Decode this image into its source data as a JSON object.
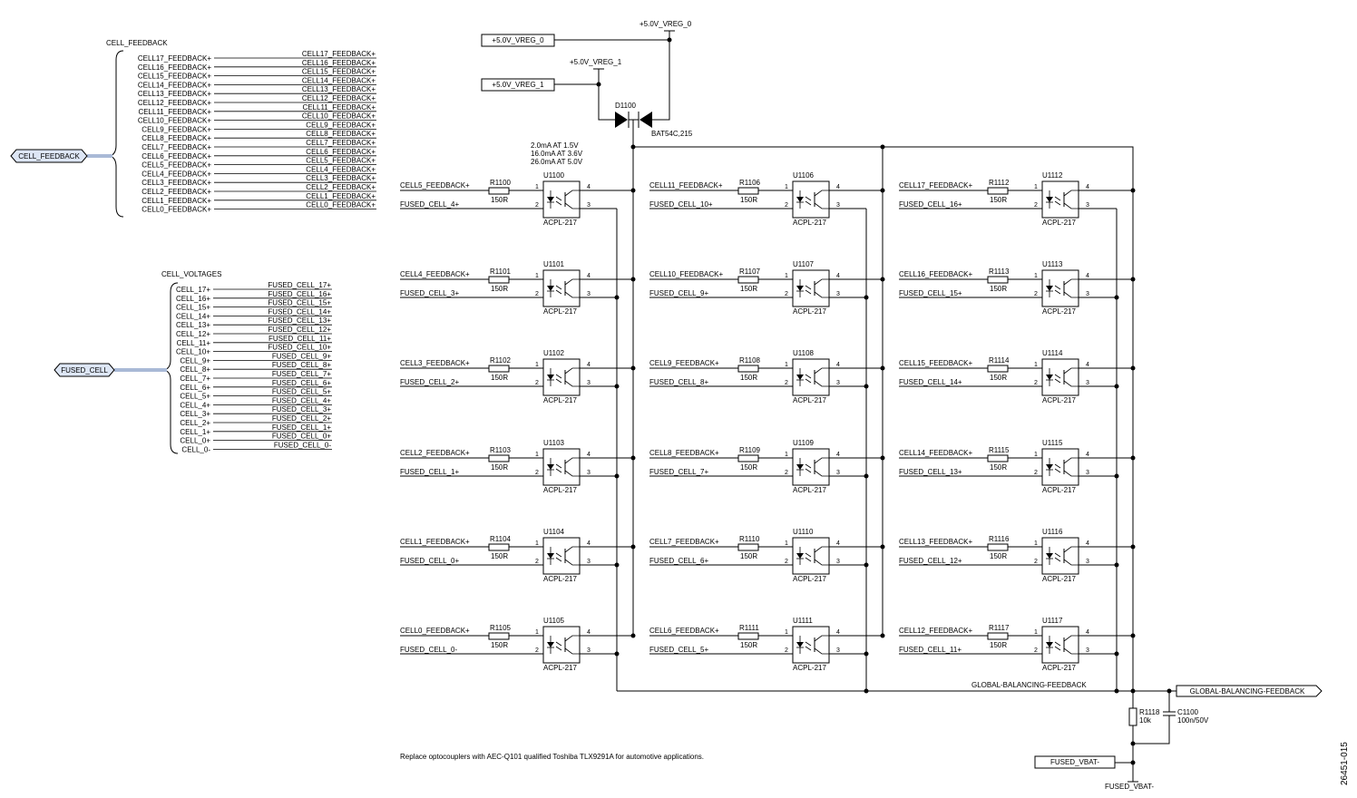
{
  "cell_feedback_bus": {
    "title": "CELL_FEEDBACK",
    "port_label": "CELL_FEEDBACK",
    "left_labels": [
      "CELL17_FEEDBACK+",
      "CELL16_FEEDBACK+",
      "CELL15_FEEDBACK+",
      "CELL14_FEEDBACK+",
      "CELL13_FEEDBACK+",
      "CELL12_FEEDBACK+",
      "CELL11_FEEDBACK+",
      "CELL10_FEEDBACK+",
      "CELL9_FEEDBACK+",
      "CELL8_FEEDBACK+",
      "CELL7_FEEDBACK+",
      "CELL6_FEEDBACK+",
      "CELL5_FEEDBACK+",
      "CELL4_FEEDBACK+",
      "CELL3_FEEDBACK+",
      "CELL2_FEEDBACK+",
      "CELL1_FEEDBACK+",
      "CELL0_FEEDBACK+"
    ],
    "right_labels": [
      "CELL17_FEEDBACK+",
      "CELL16_FEEDBACK+",
      "CELL15_FEEDBACK+",
      "CELL14_FEEDBACK+",
      "CELL13_FEEDBACK+",
      "CELL12_FEEDBACK+",
      "CELL11_FEEDBACK+",
      "CELL10_FEEDBACK+",
      "CELL9_FEEDBACK+",
      "CELL8_FEEDBACK+",
      "CELL7_FEEDBACK+",
      "CELL6_FEEDBACK+",
      "CELL5_FEEDBACK+",
      "CELL4_FEEDBACK+",
      "CELL3_FEEDBACK+",
      "CELL2_FEEDBACK+",
      "CELL1_FEEDBACK+",
      "CELL0_FEEDBACK+"
    ]
  },
  "cell_voltages_bus": {
    "title": "CELL_VOLTAGES",
    "port_label": "FUSED_CELL",
    "left_labels": [
      "CELL_17+",
      "CELL_16+",
      "CELL_15+",
      "CELL_14+",
      "CELL_13+",
      "CELL_12+",
      "CELL_11+",
      "CELL_10+",
      "CELL_9+",
      "CELL_8+",
      "CELL_7+",
      "CELL_6+",
      "CELL_5+",
      "CELL_4+",
      "CELL_3+",
      "CELL_2+",
      "CELL_1+",
      "CELL_0+",
      "CELL_0-"
    ],
    "right_labels": [
      "FUSED_CELL_17+",
      "FUSED_CELL_16+",
      "FUSED_CELL_15+",
      "FUSED_CELL_14+",
      "FUSED_CELL_13+",
      "FUSED_CELL_12+",
      "FUSED_CELL_11+",
      "FUSED_CELL_10+",
      "FUSED_CELL_9+",
      "FUSED_CELL_8+",
      "FUSED_CELL_7+",
      "FUSED_CELL_6+",
      "FUSED_CELL_5+",
      "FUSED_CELL_4+",
      "FUSED_CELL_3+",
      "FUSED_CELL_2+",
      "FUSED_CELL_1+",
      "FUSED_CELL_0+",
      "FUSED_CELL_0-"
    ]
  },
  "power": {
    "vreg0_port": "+5.0V_VREG_0",
    "vreg1_port": "+5.0V_VREG_1",
    "vreg0_rail": "+5.0V_VREG_0",
    "vreg1_rail": "+5.0V_VREG_1",
    "diode_ref": "D1100",
    "diode_part": "BAT54C,215"
  },
  "current_note": [
    "2.0mA AT 1.5V",
    "16.0mA AT 3.6V",
    "26.0mA AT 5.0V"
  ],
  "pins": {
    "p1": "1",
    "p2": "2",
    "p3": "3",
    "p4": "4"
  },
  "opto_part": "ACPL-217",
  "resistor_value": "150R",
  "channels": [
    {
      "feedback": "CELL5_FEEDBACK+",
      "fused": "FUSED_CELL_4+",
      "res": "R1100",
      "opto": "U1100"
    },
    {
      "feedback": "CELL4_FEEDBACK+",
      "fused": "FUSED_CELL_3+",
      "res": "R1101",
      "opto": "U1101"
    },
    {
      "feedback": "CELL3_FEEDBACK+",
      "fused": "FUSED_CELL_2+",
      "res": "R1102",
      "opto": "U1102"
    },
    {
      "feedback": "CELL2_FEEDBACK+",
      "fused": "FUSED_CELL_1+",
      "res": "R1103",
      "opto": "U1103"
    },
    {
      "feedback": "CELL1_FEEDBACK+",
      "fused": "FUSED_CELL_0+",
      "res": "R1104",
      "opto": "U1104"
    },
    {
      "feedback": "CELL0_FEEDBACK+",
      "fused": "FUSED_CELL_0-",
      "res": "R1105",
      "opto": "U1105"
    },
    {
      "feedback": "CELL11_FEEDBACK+",
      "fused": "FUSED_CELL_10+",
      "res": "R1106",
      "opto": "U1106"
    },
    {
      "feedback": "CELL10_FEEDBACK+",
      "fused": "FUSED_CELL_9+",
      "res": "R1107",
      "opto": "U1107"
    },
    {
      "feedback": "CELL9_FEEDBACK+",
      "fused": "FUSED_CELL_8+",
      "res": "R1108",
      "opto": "U1108"
    },
    {
      "feedback": "CELL8_FEEDBACK+",
      "fused": "FUSED_CELL_7+",
      "res": "R1109",
      "opto": "U1109"
    },
    {
      "feedback": "CELL7_FEEDBACK+",
      "fused": "FUSED_CELL_6+",
      "res": "R1110",
      "opto": "U1110"
    },
    {
      "feedback": "CELL6_FEEDBACK+",
      "fused": "FUSED_CELL_5+",
      "res": "R1111",
      "opto": "U1111"
    },
    {
      "feedback": "CELL17_FEEDBACK+",
      "fused": "FUSED_CELL_16+",
      "res": "R1112",
      "opto": "U1112"
    },
    {
      "feedback": "CELL16_FEEDBACK+",
      "fused": "FUSED_CELL_15+",
      "res": "R1113",
      "opto": "U1113"
    },
    {
      "feedback": "CELL15_FEEDBACK+",
      "fused": "FUSED_CELL_14+",
      "res": "R1114",
      "opto": "U1114"
    },
    {
      "feedback": "CELL14_FEEDBACK+",
      "fused": "FUSED_CELL_13+",
      "res": "R1115",
      "opto": "U1115"
    },
    {
      "feedback": "CELL13_FEEDBACK+",
      "fused": "FUSED_CELL_12+",
      "res": "R1116",
      "opto": "U1116"
    },
    {
      "feedback": "CELL12_FEEDBACK+",
      "fused": "FUSED_CELL_11+",
      "res": "R1117",
      "opto": "U1117"
    }
  ],
  "output": {
    "net_label": "GLOBAL-BALANCING-FEEDBACK",
    "port_label": "GLOBAL-BALANCING-FEEDBACK",
    "r_ref": "R1118",
    "r_value": "10k",
    "c_ref": "C1100",
    "c_value": "100n/50V",
    "vbat_port": "FUSED_VBAT-",
    "vbat_net": "FUSED_VBAT-"
  },
  "note": "Replace optocouplers with AEC-Q101 qualified Toshiba TLX9291A for automotive applications.",
  "figure_id": "26451-015"
}
